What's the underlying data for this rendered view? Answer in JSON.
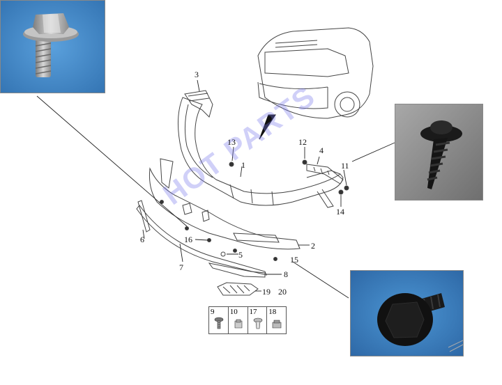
{
  "watermark": "HOT PARTS",
  "callouts": {
    "c1": "1",
    "c2": "2",
    "c3": "3",
    "c4": "4",
    "c5": "5",
    "c6": "6",
    "c7": "7",
    "c8": "8",
    "c11": "11",
    "c12": "12",
    "c13": "13",
    "c14": "14",
    "c15": "15",
    "c16": "16",
    "c19": "19",
    "c20": "20"
  },
  "legend": [
    {
      "number": "9",
      "icon": "screw-icon"
    },
    {
      "number": "10",
      "icon": "clip-nut-icon"
    },
    {
      "number": "17",
      "icon": "push-rivet-icon"
    },
    {
      "number": "18",
      "icon": "speed-nut-icon"
    }
  ],
  "photos": {
    "top_left": "bolt-with-washer",
    "right": "black-screw-with-washer",
    "bottom_right": "black-flange-bolt"
  },
  "colors": {
    "watermark": "#7878eb",
    "photo_blue": "#3b86c9",
    "photo_grey": "#8a8a8a",
    "line": "#222222"
  }
}
